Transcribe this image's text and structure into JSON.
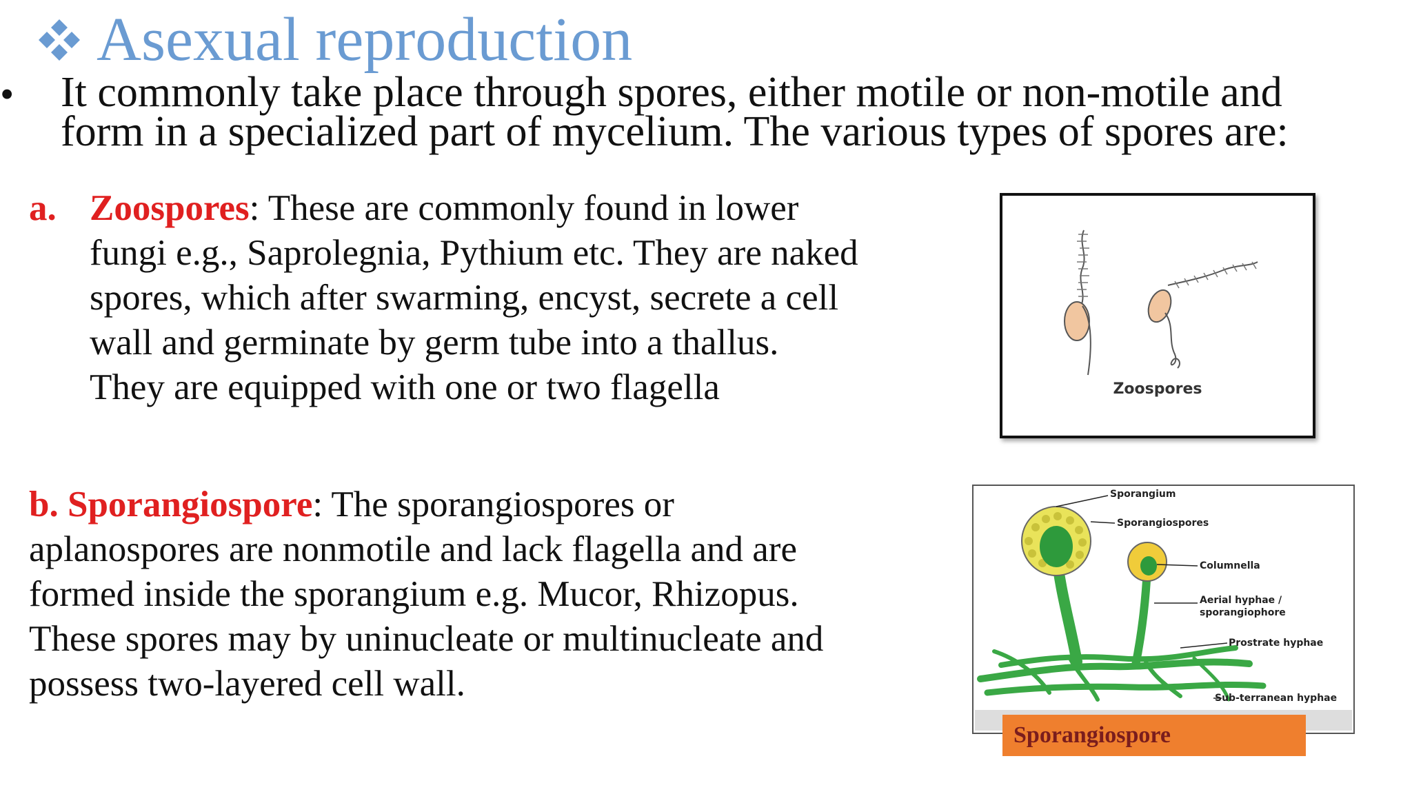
{
  "slide": {
    "title": "Asexual reproduction",
    "title_icon": "four-diamond-bullet-icon",
    "intro": {
      "bullet": "•",
      "lines": [
        "It commonly take place through spores, either motile or non-motile and",
        "form in a specialized part of mycelium. The various types of spores are:"
      ]
    },
    "items": {
      "a": {
        "marker": "a.",
        "term": "Zoospores",
        "first_line_rest": ": These are commonly found in lower",
        "lines": [
          "fungi e.g., Saprolegnia, Pythium etc. They are naked",
          "spores, which after swarming, encyst, secrete a cell",
          "wall and germinate by germ tube into a thallus.",
          "They are equipped with one or two flagella"
        ]
      },
      "b": {
        "term": "b. Sporangiospore",
        "first_line_rest": ": The sporangiospores or",
        "lines": [
          "aplanospores are nonmotile and lack flagella and are",
          "formed inside the sporangium e.g. Mucor, Rhizopus.",
          "These spores may by uninucleate or multinucleate and",
          "possess two-layered cell wall."
        ]
      }
    },
    "figures": {
      "zoospores": {
        "caption": "Zoospores"
      },
      "sporangiospore": {
        "caption": "Sporangiospore",
        "labels": {
          "sporangium": "Sporangium",
          "sporangiospores": "Sporangiospores",
          "columnella": "Columnella",
          "aerial_1": "Aerial hyphae /",
          "aerial_2": "sporangiophore",
          "prostrate": "Prostrate hyphae",
          "subterranean": "Sub-terranean hyphae"
        }
      }
    },
    "colors": {
      "title": "#6a9bd2",
      "term": "#e02020",
      "caption_bg": "#ef7f2e",
      "hyphae": "#3aa845"
    }
  }
}
